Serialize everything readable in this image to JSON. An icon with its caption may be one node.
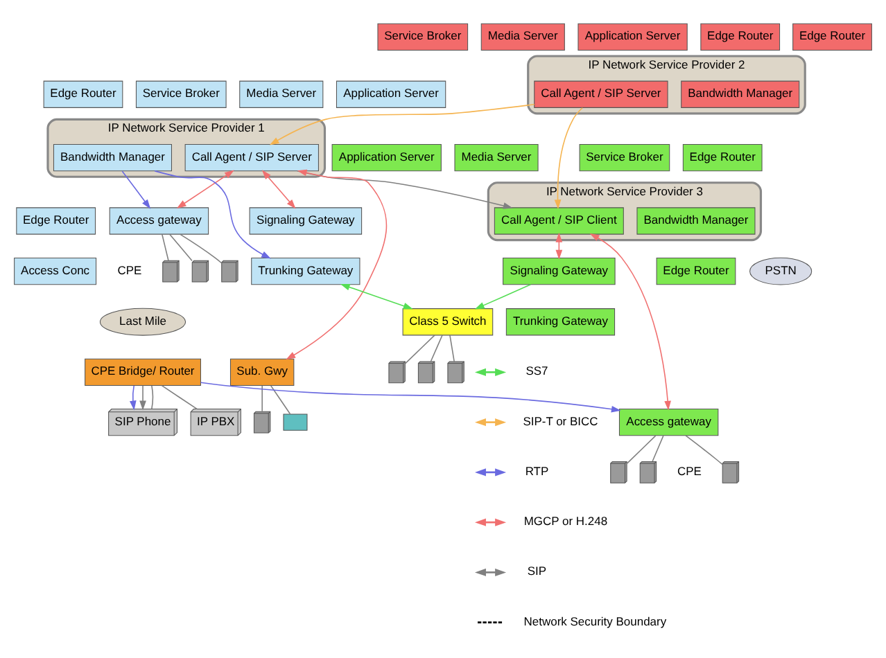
{
  "diagram": {
    "nodes": [
      {
        "text": [
          "Application Server"
        ]
      },
      {
        "text": [
          "Service Broker"
        ]
      },
      {
        "text": [
          "Media Server"
        ]
      },
      {
        "text": [
          "IP Network Service Provider 1"
        ]
      },
      {
        "text": [
          "Call Agent / SIP Server"
        ],
        "in": 3
      },
      {
        "text": [
          "Bandwidth Manager"
        ],
        "in": 3
      },
      {
        "text": [
          "Edge Router"
        ]
      },
      {
        "text": [
          "Application Server"
        ]
      },
      {
        "text": [
          "Service Broker"
        ]
      },
      {
        "text": [
          "Media Server"
        ]
      },
      {
        "text": [
          "Edge Router"
        ]
      },
      {
        "text": [
          "IP Network Service Provider 2"
        ]
      },
      {
        "text": [
          "Call Agent / SIP Server"
        ],
        "in": 11
      },
      {
        "text": [
          "Bandwidth Manager"
        ],
        "in": 11
      },
      {
        "text": [
          "Edge Router"
        ]
      },
      {
        "text": [
          "Edge Router"
        ]
      },
      {
        "text": [
          "Service Broker"
        ]
      },
      {
        "text": [
          "Application Server"
        ]
      },
      {
        "text": [
          "Media Server"
        ]
      },
      {
        "text": [
          "IP Network Service Provider 3"
        ]
      },
      {
        "text": [
          "Call Agent / SIP Client"
        ],
        "in": 19
      },
      {
        "text": [
          "Bandwidth Manager"
        ],
        "in": 19
      },
      {
        "text": [
          "Signaling Gateway"
        ]
      },
      {
        "text": [
          "Trunking Gateway"
        ]
      },
      {
        "text": [
          "Edge Router"
        ]
      },
      {
        "text": [
          "Signaling Gateway"
        ]
      },
      {
        "text": [
          "Trunking Gateway"
        ]
      },
      {
        "text": [
          "Edge Router"
        ]
      },
      {
        "text": [
          "Access Conc"
        ]
      },
      {
        "text": [
          "Access gateway"
        ]
      },
      {
        "text": [
          "Access gateway"
        ]
      },
      {
        "text": [
          "PSTN"
        ]
      },
      {
        "text": [
          "Class 5 Switch"
        ]
      },
      {
        "text": [
          "Last Mile"
        ]
      },
      {
        "text": [
          "Sub. Gwy"
        ]
      },
      {
        "text": [
          "CPE Bridge/ Router"
        ]
      },
      {
        "text": [],
        "shape": "phone"
      },
      {
        "text": [],
        "shape": "computer"
      },
      {
        "text": [
          "SIP Phone"
        ]
      },
      {
        "text": [
          "IP PBX"
        ]
      },
      {
        "text": [],
        "shape": "phone"
      },
      {
        "text": [],
        "shape": "phone"
      },
      {
        "text": [],
        "shape": "phone"
      },
      {
        "text": [],
        "shape": "phone"
      },
      {
        "text": [],
        "shape": "phone"
      },
      {
        "text": [],
        "shape": "phone"
      },
      {
        "text": [],
        "shape": "phone"
      },
      {
        "text": [],
        "shape": "phone"
      },
      {
        "text": [],
        "shape": "phone"
      }
    ],
    "edges": [
      {
        "from": 12,
        "to": 4,
        "arrow": "to",
        "color": "#f5b450"
      },
      {
        "from": 12,
        "to": 20,
        "arrow": "to",
        "color": "#f5b450"
      },
      {
        "from": 4,
        "to": 20,
        "arrow": "to"
      },
      {
        "from": 35,
        "to": 30,
        "arrow": "to",
        "color": "#6a6ae0"
      },
      {
        "from": 5,
        "to": 23,
        "arrow": "to",
        "color": "#6a6ae0"
      },
      {
        "from": 5,
        "to": 29,
        "arrow": "to",
        "color": "#6a6ae0"
      },
      {
        "from": 35,
        "to": 38,
        "arrow": "to",
        "color": "#6a6ae0"
      },
      {
        "from": 35,
        "to": 38,
        "arrow": "to"
      },
      {
        "from": 4,
        "to": 34,
        "arrow": "both",
        "color": "#f07070"
      },
      {
        "from": 4,
        "to": 29,
        "arrow": "both",
        "color": "#f07070"
      },
      {
        "from": 4,
        "to": 22,
        "arrow": "both",
        "color": "#f07070"
      },
      {
        "from": 20,
        "to": 25,
        "arrow": "both",
        "color": "#f07070"
      },
      {
        "from": 20,
        "to": 30,
        "arrow": "both",
        "color": "#f07070"
      },
      {
        "from": 23,
        "to": 32,
        "arrow": "both",
        "color": "#55dd55"
      },
      {
        "from": 25,
        "to": 32,
        "arrow": "to",
        "color": "#55dd55"
      },
      {
        "from": 34,
        "to": 36,
        "arrow": "none"
      },
      {
        "from": 34,
        "to": 37,
        "arrow": "none"
      },
      {
        "from": 35,
        "to": 38,
        "arrow": "none"
      },
      {
        "from": 35,
        "to": 39,
        "arrow": "none"
      },
      {
        "from": 29,
        "to": 40,
        "arrow": "none"
      },
      {
        "from": 29,
        "to": 41,
        "arrow": "none"
      },
      {
        "from": 29,
        "to": 42,
        "arrow": "none"
      },
      {
        "from": 32,
        "to": 43,
        "arrow": "none"
      },
      {
        "from": 32,
        "to": 44,
        "arrow": "none"
      },
      {
        "from": 32,
        "to": 45,
        "arrow": "none"
      },
      {
        "from": 30,
        "to": 46,
        "arrow": "none"
      },
      {
        "from": 30,
        "to": 47,
        "arrow": "none"
      },
      {
        "from": 30,
        "to": 48,
        "arrow": "none"
      }
    ],
    "labels": [
      "CPE",
      "CPE"
    ],
    "legend": [
      {
        "text": "SS7",
        "color": "#55dd55"
      },
      {
        "text": "SIP-T or BICC",
        "color": "#f5b450"
      },
      {
        "text": "RTP",
        "color": "#6a6ae0"
      },
      {
        "text": "MGCP or H.248",
        "color": "#f07070"
      },
      {
        "text": "SIP",
        "color": "#808080"
      },
      {
        "text": "Network Security Boundary"
      }
    ]
  }
}
